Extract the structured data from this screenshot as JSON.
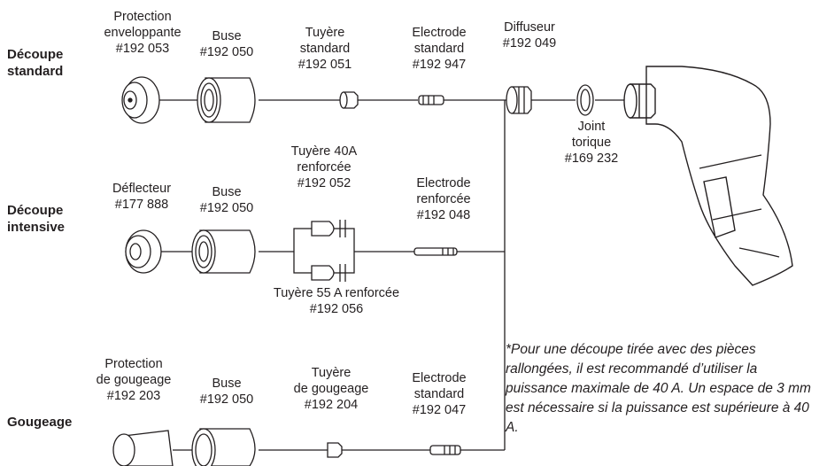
{
  "rows": {
    "standard": "Découpe\nstandard",
    "intensive": "Découpe\nintensive",
    "gouging": "Gougeage"
  },
  "parts": {
    "protection_enveloppante": {
      "name": "Protection\nenveloppante",
      "ref": "#192 053"
    },
    "buse_1": {
      "name": "Buse",
      "ref": "#192 050"
    },
    "tuyere_standard": {
      "name": "Tuyère\nstandard",
      "ref": "#192 051"
    },
    "electrode_standard_1": {
      "name": "Electrode\nstandard",
      "ref": "#192 947"
    },
    "diffuseur": {
      "name": "Diffuseur",
      "ref": "#192 049"
    },
    "joint_torique": {
      "name": "Joint\ntorique",
      "ref": "#169 232"
    },
    "deflecteur": {
      "name": "Déflecteur",
      "ref": "#177 888"
    },
    "buse_2": {
      "name": "Buse",
      "ref": "#192 050"
    },
    "tuyere_40a": {
      "name": "Tuyère 40A\nrenforcée",
      "ref": "#192 052"
    },
    "tuyere_55a": {
      "name": "Tuyère 55 A renforcée",
      "ref": "#192 056"
    },
    "electrode_renforcee": {
      "name": "Electrode\nrenforcée",
      "ref": "#192 048"
    },
    "protection_gougeage": {
      "name": "Protection\nde gougeage",
      "ref": "#192 203"
    },
    "buse_3": {
      "name": "Buse",
      "ref": "#192 050"
    },
    "tuyere_gougeage": {
      "name": "Tuyère\nde gougeage",
      "ref": "#192 204"
    },
    "electrode_standard_2": {
      "name": "Electrode\nstandard",
      "ref": "#192 047"
    }
  },
  "note": "*Pour une découpe tirée avec des pièces rallongées, il est recommandé d’utiliser la puissance maximale de 40 A. Un espace de 3 mm est nécessaire si la puissance est supérieure à 40 A."
}
